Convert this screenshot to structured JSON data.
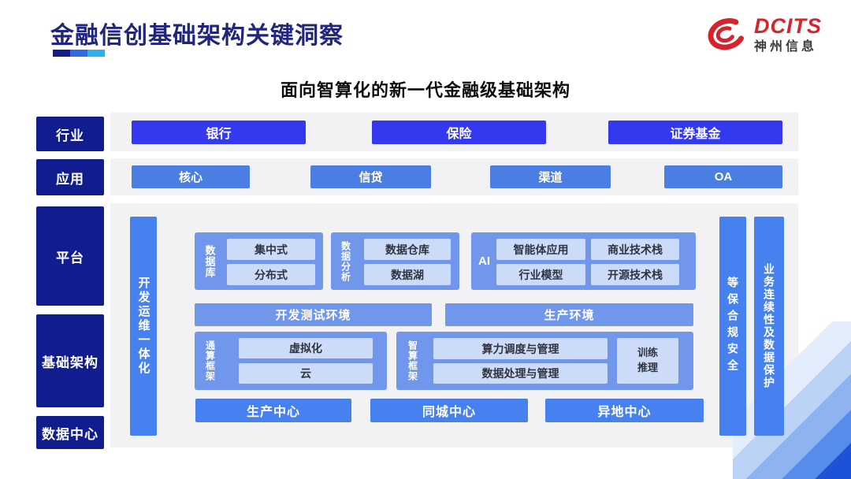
{
  "slide": {
    "title": "金融信创基础架构关键洞察",
    "subtitle": "面向智算化的新一代金融级基础架构"
  },
  "logo": {
    "brand": "DCITS",
    "company": "神州信息"
  },
  "layers": {
    "industry": {
      "label": "行业",
      "items": [
        "银行",
        "保险",
        "证券基金"
      ]
    },
    "application": {
      "label": "应用",
      "items": [
        "核心",
        "信贷",
        "渠道",
        "OA"
      ]
    },
    "platform": {
      "label": "平台"
    },
    "infrastructure": {
      "label": "基础架构"
    },
    "datacenter": {
      "label": "数据中心"
    }
  },
  "diagram": {
    "devops_bar": "开发运维一体化",
    "groups": {
      "database": {
        "label": "数据库",
        "items": [
          "集中式",
          "分布式"
        ]
      },
      "analytics": {
        "label": "数据分析",
        "items": [
          "数据仓库",
          "数据湖"
        ]
      },
      "ai": {
        "label": "AI",
        "items": [
          "智能体应用",
          "商业技术栈",
          "行业模型",
          "开源技术栈"
        ]
      },
      "general_compute": {
        "label": "通算框架",
        "items": [
          "虚拟化",
          "云"
        ]
      },
      "intelligent_compute": {
        "label": "智算框架",
        "items": [
          "算力调度与管理",
          "数据处理与管理"
        ],
        "side_box": "训练推理"
      }
    },
    "environments": [
      "开发测试环境",
      "生产环境"
    ],
    "centers": [
      "生产中心",
      "同城中心",
      "异地中心"
    ],
    "security_bars": [
      "等保合规安全",
      "业务连续性及数据保护"
    ]
  },
  "colors": {
    "title_navy": "#20257e",
    "label_navy": "#111c8f",
    "industry_blue": "#3439f0",
    "app_blue": "#4a7ee3",
    "bar_blue": "#4781f0",
    "group_blue": "#7097ec",
    "subbox_blue": "#cbdbf8",
    "panel_gray": "#f2f2f4",
    "logo_red": "#d7232c"
  }
}
